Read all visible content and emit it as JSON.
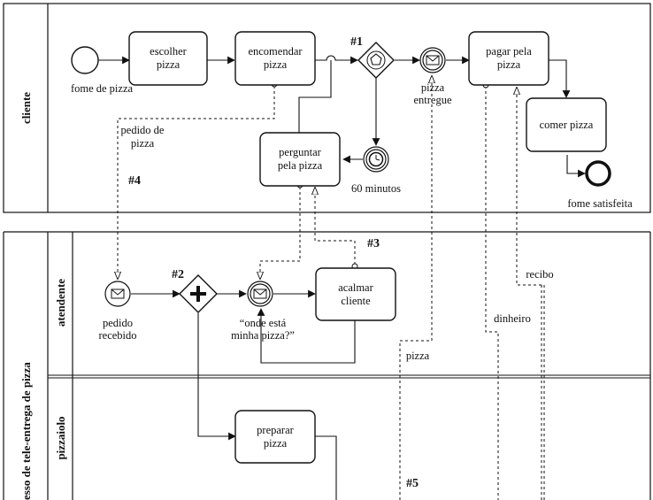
{
  "pools": {
    "cliente": {
      "label": "cliente"
    },
    "processo": {
      "label": "Processo de tele-entrega de pizza"
    }
  },
  "lanes": {
    "atendente": "atendente",
    "pizzaiolo": "pizzaiolo"
  },
  "tasks": {
    "escolher": [
      "escolher",
      "pizza"
    ],
    "encomendar": [
      "encomendar",
      "pizza"
    ],
    "pagar": [
      "pagar pela",
      "pizza"
    ],
    "comer": [
      "comer pizza"
    ],
    "perguntar": [
      "perguntar",
      "pela pizza"
    ],
    "acalmar": [
      "acalmar",
      "cliente"
    ],
    "preparar": [
      "preparar",
      "pizza"
    ]
  },
  "events": {
    "start": "fome de pizza",
    "pizza_entregue": [
      "pizza",
      "entregue"
    ],
    "sessenta": "60 minutos",
    "end": "fome satisfeita",
    "pedido_recebido": [
      "pedido",
      "recebido"
    ],
    "onde_esta": [
      "“onde está",
      "minha pizza?”"
    ]
  },
  "flows": {
    "pedido": [
      "pedido de",
      "pizza"
    ],
    "pizza": "pizza",
    "dinheiro": "dinheiro",
    "recibo": "recibo"
  },
  "markers": {
    "m1": "#1",
    "m2": "#2",
    "m3": "#3",
    "m4": "#4",
    "m5": "#5"
  }
}
